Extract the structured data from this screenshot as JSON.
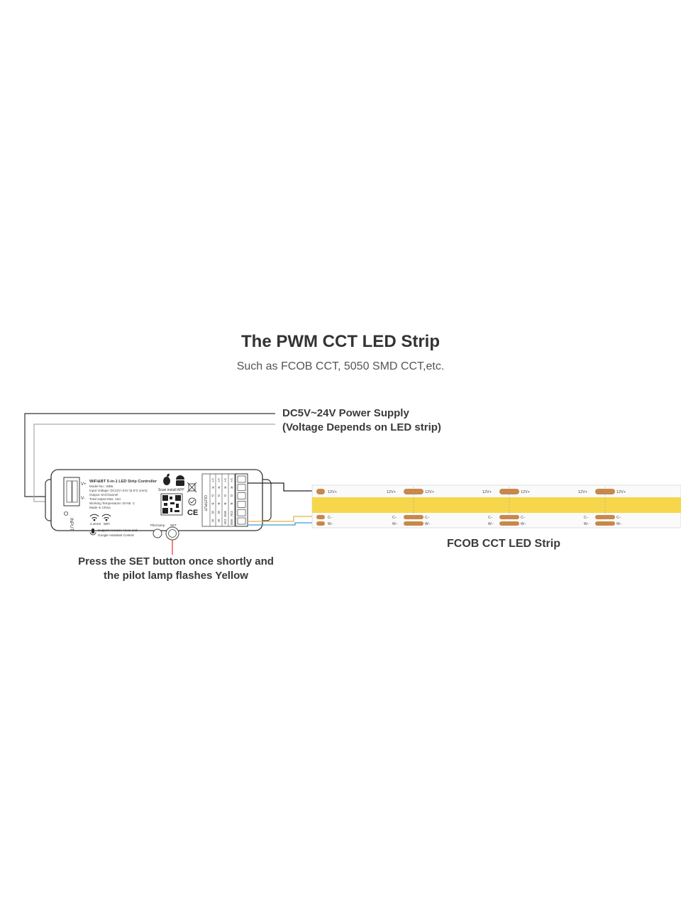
{
  "title": "The PWM CCT LED Strip",
  "subtitle": "Such as FCOB CCT, 5050 SMD CCT,etc.",
  "power_supply": {
    "line1": "DC5V~24V Power Supply",
    "line2": "(Voltage Depends on LED strip)"
  },
  "controller": {
    "name": "WiFi&BT 5-in-1 LED Strip Controller",
    "specs": [
      "Model No.: WB5",
      "Input Voltage: DC12V~24V (5.5*2.1mm)",
      "Output: 6A/Channel",
      "Total output Max. 15A",
      "Working Temperature:-20-55. C",
      "Made in China"
    ],
    "input_label": "INPUT",
    "v_plus": "V+",
    "v_minus": "V-",
    "scan_label": "Scan install APP",
    "ce_mark": "CE",
    "freq_label": "2.4GHz",
    "wifi_label": "WiFi",
    "voice_line1": "Support Amazon Alexa and",
    "voice_line2": "Google Assistant Control",
    "pilot_lamp": "Pilot lamp",
    "set_label": "SET",
    "output_label": "OUTPUT",
    "output_columns": [
      [
        "V+",
        "R",
        "G",
        "B",
        "W",
        "W"
      ],
      [
        "V+",
        "R",
        "G",
        "B",
        "W",
        "W"
      ],
      [
        "V+",
        "R",
        "G",
        "B",
        "WW",
        "CW"
      ],
      [
        "V+",
        "R",
        "G",
        "B",
        "CW",
        "WW"
      ]
    ]
  },
  "press_instruction": {
    "line1": "Press the SET button once shortly and",
    "line2": "the pilot lamp flashes Yellow"
  },
  "strip": {
    "label": "FCOB CCT LED Strip",
    "v_plus": "12V+",
    "c_minus": "C−",
    "w_minus": "W−",
    "color_strip": "#f6d64a",
    "color_pad": "#c8874b"
  }
}
